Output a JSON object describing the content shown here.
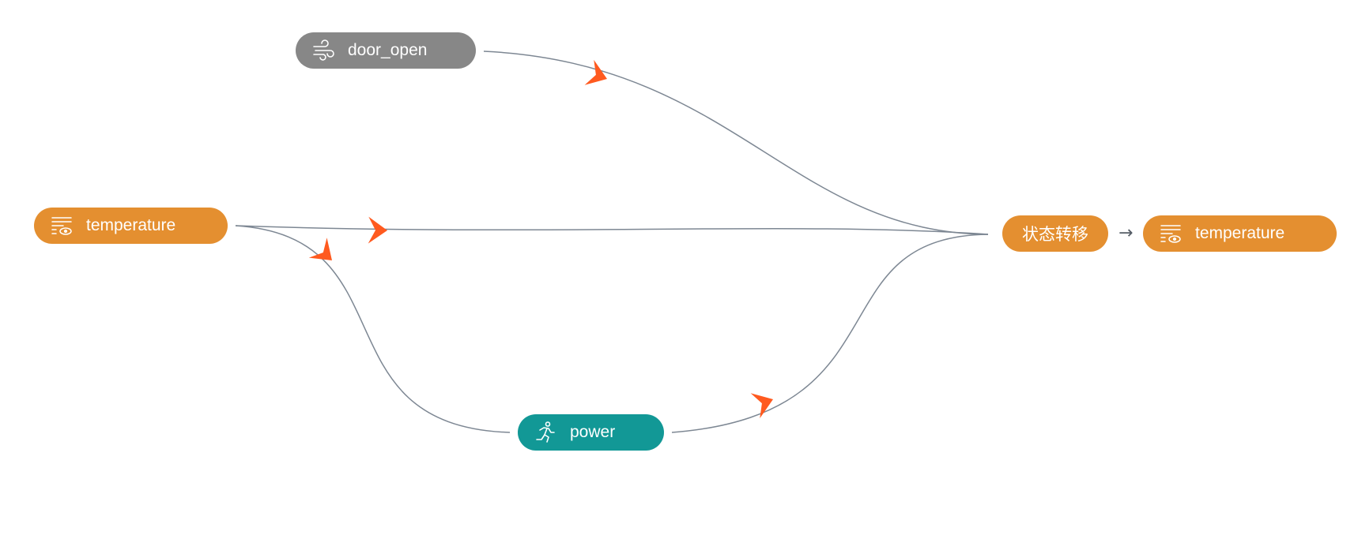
{
  "nodes": {
    "door_open": {
      "label": "door_open",
      "icon": "wind-icon",
      "color": "#878787"
    },
    "temperature_source": {
      "label": "temperature",
      "icon": "temperature-sensor-icon",
      "color": "#e48f30"
    },
    "power": {
      "label": "power",
      "icon": "running-person-icon",
      "color": "#129896"
    },
    "state_transition": {
      "label": "状态转移",
      "color": "#e48f30"
    },
    "temperature_target": {
      "label": "temperature",
      "icon": "temperature-sensor-icon",
      "color": "#e48f30"
    }
  },
  "connector_glyph": "→",
  "edges": [
    {
      "from": "door_open",
      "to": "state_transition"
    },
    {
      "from": "temperature_source",
      "to": "state_transition"
    },
    {
      "from": "temperature_source",
      "to": "power"
    },
    {
      "from": "power",
      "to": "state_transition"
    }
  ],
  "colors": {
    "edge": "#7d8793",
    "arrowhead": "#ff5a1f"
  }
}
